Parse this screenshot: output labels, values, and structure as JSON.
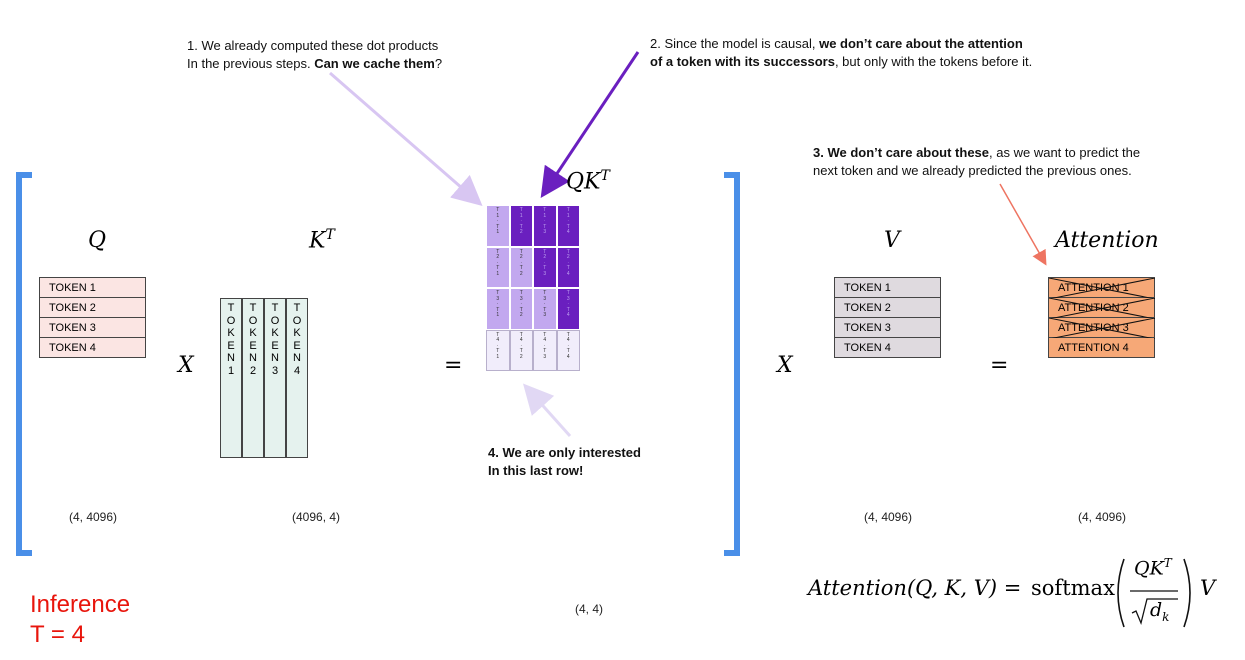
{
  "notes": {
    "n1_line1": "1. We already computed these dot products",
    "n1_line2_pre": "In the previous steps. ",
    "n1_line2_bold": "Can we cache them",
    "n1_line2_post": "?",
    "n2_line1_pre": "2. Since the model is causal, ",
    "n2_line1_bold": "we don’t care about the attention",
    "n2_line2_bold": "of a token with its successors",
    "n2_line2_post": ", but only with the tokens before it.",
    "n3_line1_bold": "3. We don’t care about these",
    "n3_line1_post": ", as we want to predict the",
    "n3_line2": "next token and we already predicted the previous ones.",
    "n4_line1": "4. We are only interested",
    "n4_line2": "In this last row!"
  },
  "labels": {
    "q": "Q",
    "kt_base": "K",
    "kt_sup": "T",
    "qkt_base": "QK",
    "qkt_sup": "T",
    "v": "V",
    "attention": "Attention",
    "times": "X",
    "equals": "="
  },
  "q_tokens": [
    "TOKEN 1",
    "TOKEN 2",
    "TOKEN 3",
    "TOKEN 4"
  ],
  "kt_tokens": [
    "T\nO\nK\nE\nN\n1",
    "T\nO\nK\nE\nN\n2",
    "T\nO\nK\nE\nN\n3",
    "T\nO\nK\nE\nN\n4"
  ],
  "v_tokens": [
    "TOKEN 1",
    "TOKEN 2",
    "TOKEN 3",
    "TOKEN 4"
  ],
  "attention_rows": [
    "ATTENTION 1",
    "ATTENTION 2",
    "ATTENTION 3",
    "ATTENTION 4"
  ],
  "qk_cells": [
    [
      "T\n1\n·\nT\n1",
      "T\n1\n·\nT\n2",
      "T\n1\n·\nT\n3",
      "T\n1\n·\nT\n4"
    ],
    [
      "T\n2\n·\nT\n1",
      "T\n2\n·\nT\n2",
      "T\n2\n·\nT\n3",
      "T\n2\n·\nT\n4"
    ],
    [
      "T\n3\n·\nT\n1",
      "T\n3\n·\nT\n2",
      "T\n3\n·\nT\n3",
      "T\n3\n·\nT\n4"
    ],
    [
      "T\n4\n·\nT\n1",
      "T\n4\n·\nT\n2",
      "T\n4\n·\nT\n3",
      "T\n4\n·\nT\n4"
    ]
  ],
  "colors": {
    "computed": "#c2a8ef",
    "masked": "#6a1fbf",
    "last_row": "#f1edfb",
    "bracket": "#4a8fe8",
    "arrow1": "#d8c6f2",
    "arrow2": "#6a1fbf",
    "arrow3": "#ee7461",
    "arrow4": "#e1d8f4",
    "inference": "#e8150c"
  },
  "shapes": {
    "q": "(4, 4096)",
    "kt": "(4096, 4)",
    "qkt": "(4, 4)",
    "v": "(4, 4096)",
    "attention": "(4, 4096)"
  },
  "formula": {
    "lhs": "Attention(Q, K, V) = ",
    "softmax": "softmax",
    "num_base": "QK",
    "num_sup": "T",
    "den_base": "d",
    "den_sub": "k",
    "tail": "V"
  },
  "inference": {
    "line1": "Inference",
    "line2": "T = 4"
  }
}
